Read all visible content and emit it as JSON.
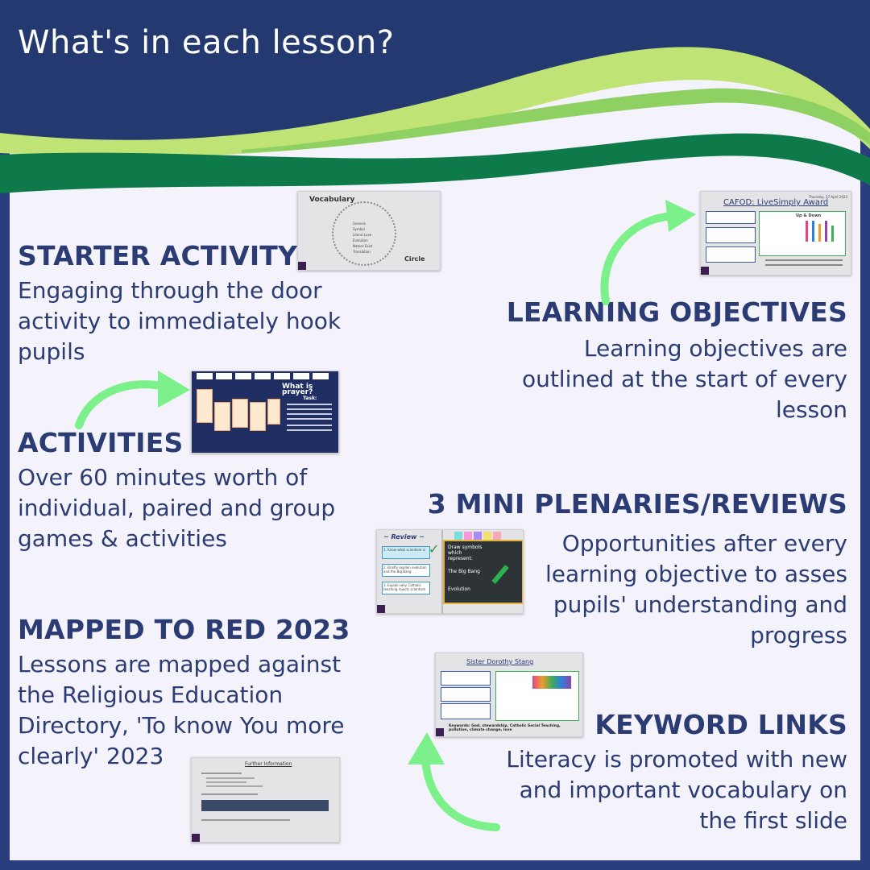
{
  "page": {
    "title": "What's in each lesson?"
  },
  "sections": {
    "starter": {
      "heading": "STARTER ACTIVITY",
      "body": "Engaging through the door activity to immediately hook pupils"
    },
    "objectives": {
      "heading": "LEARNING OBJECTIVES",
      "body": "Learning objectives are outlined at the start of every lesson"
    },
    "activities": {
      "heading": "ACTIVITIES",
      "body": "Over 60 minutes worth of individual, paired and group games & activities"
    },
    "plenaries": {
      "heading": "3 MINI PLENARIES/REVIEWS",
      "body": "Opportunities after every learning objective to asses pupils' understanding and progress"
    },
    "mapped": {
      "heading": "MAPPED TO RED 2023",
      "body": "Lessons are mapped against the Religious Education Directory, 'To know You more clearly' 2023"
    },
    "keywords": {
      "heading": "KEYWORD LINKS",
      "body": "Literacy is promoted with new and important vocabulary on the first slide"
    }
  },
  "thumbnails": {
    "vocab": {
      "title": "Vocabulary",
      "footer": "Circle",
      "words": "Genesis Symbol Literal Love Evolution Nature Exist Translation"
    },
    "cafod": {
      "title": "CAFOD: LiveSimply Award",
      "date": "Thursday, 27 April 2023",
      "heading2": "Up & Down"
    },
    "prayer": {
      "title": "What is prayer?",
      "task": "Task:"
    },
    "review": {
      "title": "~ Review ~",
      "item1": "1. Know what scientism is",
      "item2": "2. Briefly explain evolution and the Big Bang",
      "item3": "3. Explain why Catholic teaching rejects scientism",
      "prompt": "Draw symbols which represent:",
      "term1": "The Big Bang",
      "term2": "Evolution"
    },
    "dorothy": {
      "title": "Sister Dorothy Stang",
      "keywords": "Keywords: God, stewardship, Catholic Social Teaching, pollution, climate change, love"
    },
    "further": {
      "title": "Further Information"
    }
  },
  "colors": {
    "navy": "#2a3e7e",
    "text": "#2b3c74",
    "lime": "#b6e06a",
    "green": "#0e7a4a",
    "arrow": "#7cf08a"
  }
}
